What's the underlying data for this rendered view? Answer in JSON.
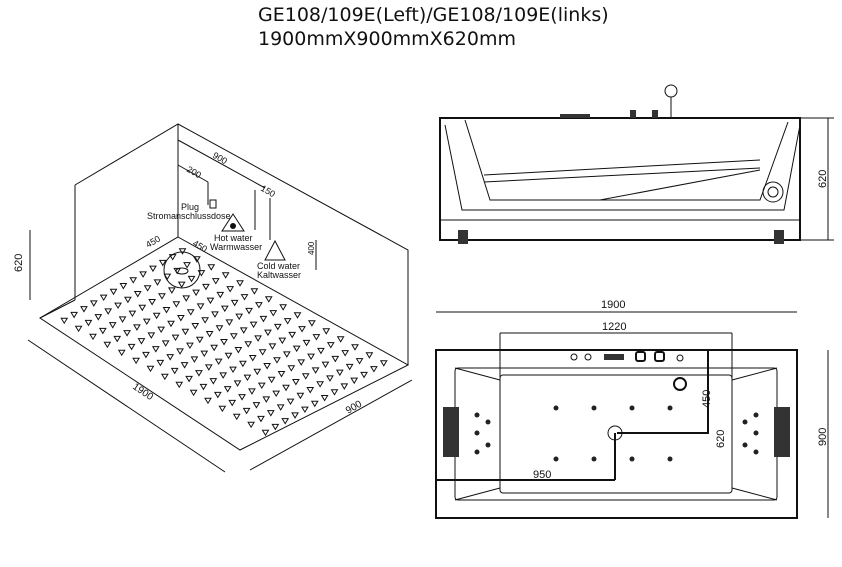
{
  "title": {
    "model": "GE108/109E(Left)/GE108/109E(links)",
    "dimensions": "1900mmX900mmX620mm"
  },
  "iso_view": {
    "height": "620",
    "length": "1900",
    "width": "900",
    "wall_width": "900",
    "plug_offset": "200",
    "cold_offset": "150",
    "cold_height": "400",
    "drain_x": "450",
    "drain_y": "450",
    "plug_label": "Plug",
    "plug_label_de": "Stromanschlussdose",
    "hot_label": "Hot water",
    "hot_label_de": "Warmwasser",
    "cold_label": "Cold water",
    "cold_label_de": "Kaltwasser"
  },
  "side_view": {
    "height": "620"
  },
  "top_view": {
    "length": "1900",
    "inner_length": "1220",
    "width": "900",
    "drain_from_side": "950",
    "faucet_offset": "450",
    "drain_depth": "620"
  }
}
